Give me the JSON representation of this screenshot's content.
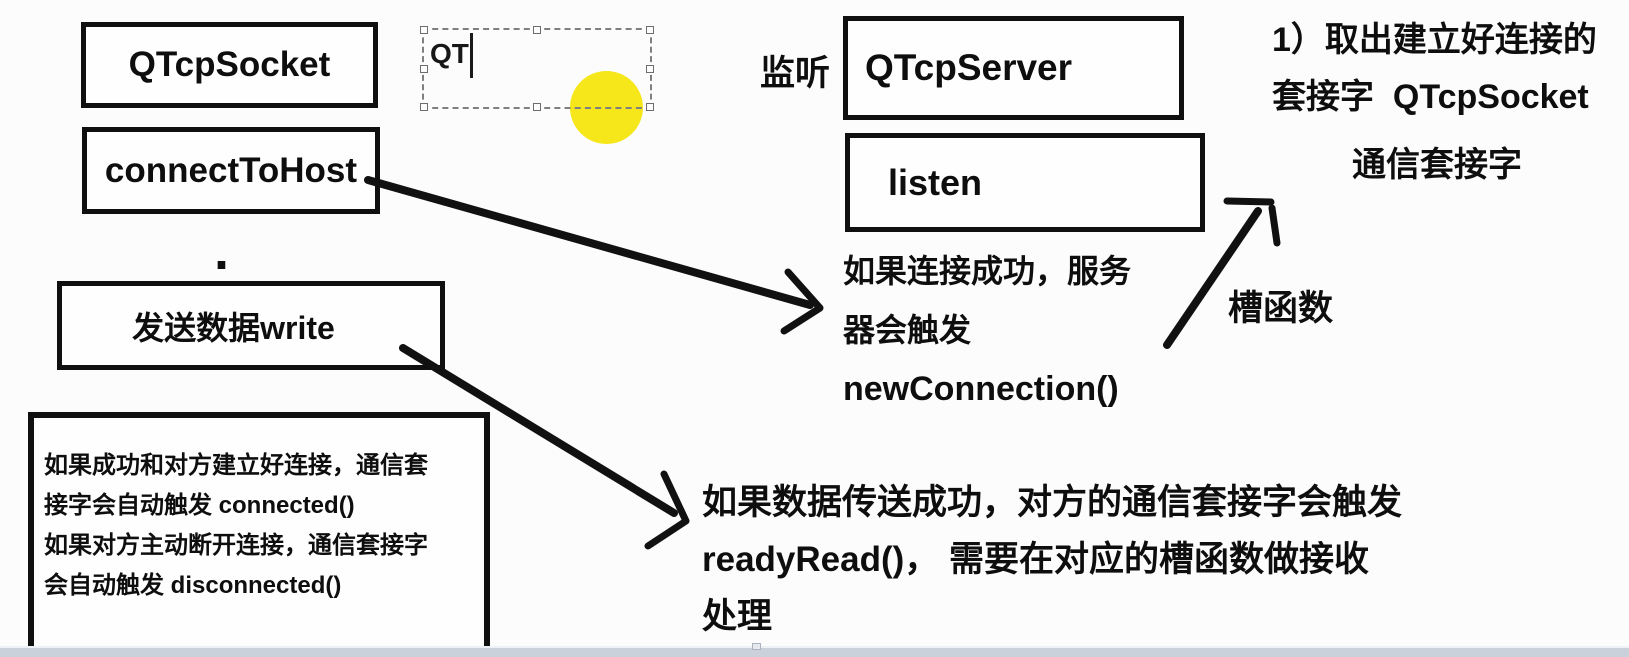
{
  "canvas": {
    "bg": "#fcfcfc",
    "ink": "#111111",
    "highlight_color": "#F6E71A",
    "scrollbar_color": "#cad1db"
  },
  "client_flow": {
    "qtcpsocket_box": "QTcpSocket",
    "connecttohost_box": "connectToHost",
    "send_write_box": "发送数据write",
    "stray_dot": ".",
    "socket_note": {
      "line1": "如果成功和对方建立好连接，通信套",
      "line2": "接字会自动触发 connected()",
      "line3": "如果对方主动断开连接，通信套接字",
      "line4": "会自动触发 disconnected()"
    }
  },
  "text_editor": {
    "content": "QT"
  },
  "server_flow": {
    "listen_tag": "监听",
    "qtcpserver_box": "QTcpServer",
    "listen_box": "listen",
    "trigger_note": {
      "line1": "如果连接成功，服务",
      "line2": "器会触发",
      "line3": "newConnection()"
    },
    "slot_label": "槽函数"
  },
  "accept_note": {
    "line1": "1）取出建立好连接的",
    "line2": "套接字  QTcpSocket",
    "line3": "通信套接字"
  },
  "receive_note": {
    "line1": "如果数据传送成功，对方的通信套接字会触发",
    "line2": "readyRead()， 需要在对应的槽函数做接收",
    "line3": "处理"
  }
}
